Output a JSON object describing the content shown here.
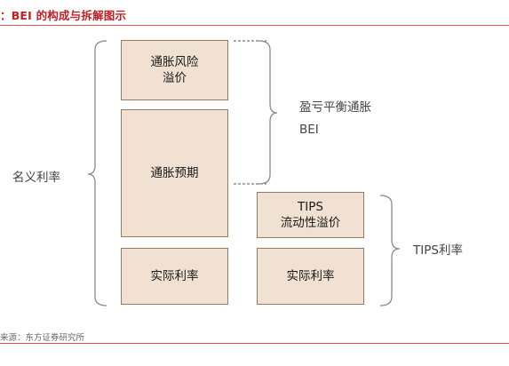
{
  "title": "：BEI 的构成与拆解图示",
  "boxes": {
    "inflation_risk_premium": {
      "line1": "通胀风险",
      "line2": "溢价"
    },
    "inflation_expectation": {
      "line1": "通胀预期"
    },
    "real_rate_left": {
      "line1": "实际利率"
    },
    "tips_liquidity_premium": {
      "line1": "TIPS",
      "line2": "流动性溢价"
    },
    "real_rate_right": {
      "line1": "实际利率"
    }
  },
  "labels": {
    "nominal_rate": "名义利率",
    "breakeven_inflation": "盈亏平衡通胀",
    "bei": "BEI",
    "tips_rate": "TIPS利率"
  },
  "source": "来源：东方证券研究所",
  "colors": {
    "accent": "#c01f24",
    "box_fill": "#f0e1d2",
    "box_border": "#9a7b62",
    "bracket": "#8a8a8a"
  }
}
